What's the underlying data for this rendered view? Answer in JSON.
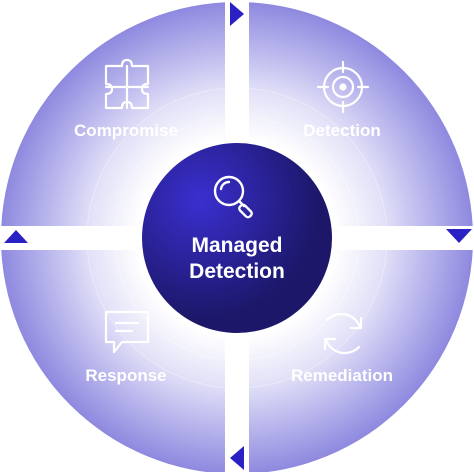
{
  "center": {
    "icon": "magnifier-icon",
    "line1": "Managed",
    "line2": "Detection"
  },
  "segments": [
    {
      "label": "Compromise",
      "icon": "puzzle-icon"
    },
    {
      "label": "Detection",
      "icon": "crosshair-icon"
    },
    {
      "label": "Response",
      "icon": "chat-icon"
    },
    {
      "label": "Remediation",
      "icon": "refresh-icon"
    }
  ],
  "colors": {
    "accent": "#2a21b8",
    "center_dark": "#1e1a6e",
    "ring_edge": "#8f8be0",
    "arrow": "#2a21c4"
  }
}
